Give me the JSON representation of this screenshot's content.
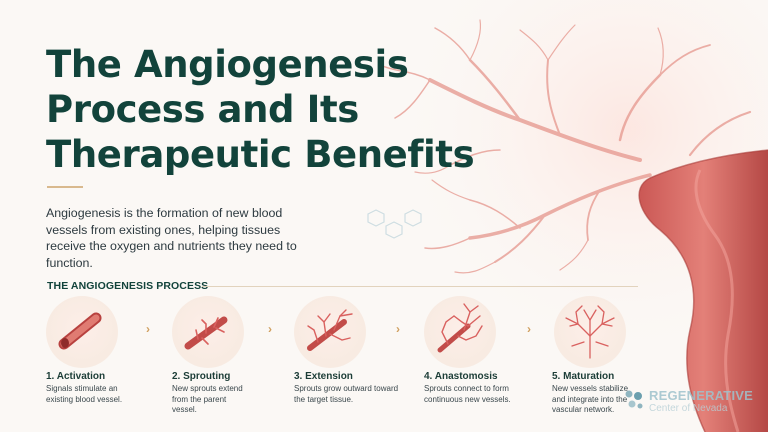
{
  "title_lines": [
    "The Angiogenesis",
    "Process and Its",
    "Therapeutic Benefits"
  ],
  "intro": "Angiogenesis is the formation of new blood vessels from existing ones, helping tissues receive the oxygen and nutrients they need to function.",
  "section_label": "THE ANGIOGENESIS PROCESS",
  "steps": [
    {
      "title": "1. Activation",
      "desc": "Signals stimulate an existing blood vessel.",
      "icon": "blood-vessel-icon"
    },
    {
      "title": "2. Sprouting",
      "desc": "New sprouts extend from the parent vessel.",
      "icon": "sprouting-vessel-icon"
    },
    {
      "title": "3. Extension",
      "desc": "Sprouts grow outward toward the target tissue.",
      "icon": "extending-vessel-icon"
    },
    {
      "title": "4. Anastomosis",
      "desc": "Sprouts connect to form continuous new vessels.",
      "icon": "connected-vessels-icon"
    },
    {
      "title": "5. Maturation",
      "desc": "New vessels stabilize and integrate into the vascular network.",
      "icon": "vessel-network-icon"
    }
  ],
  "arrow_glyph": "›",
  "logo": {
    "brand": "REGENERATIVE",
    "sub": "Center of Nevada"
  },
  "colors": {
    "title": "#12433b",
    "accent": "#d9b98e",
    "vessel": "#d9615f",
    "vessel_dark": "#b8413f",
    "background": "#fbf8f5"
  }
}
